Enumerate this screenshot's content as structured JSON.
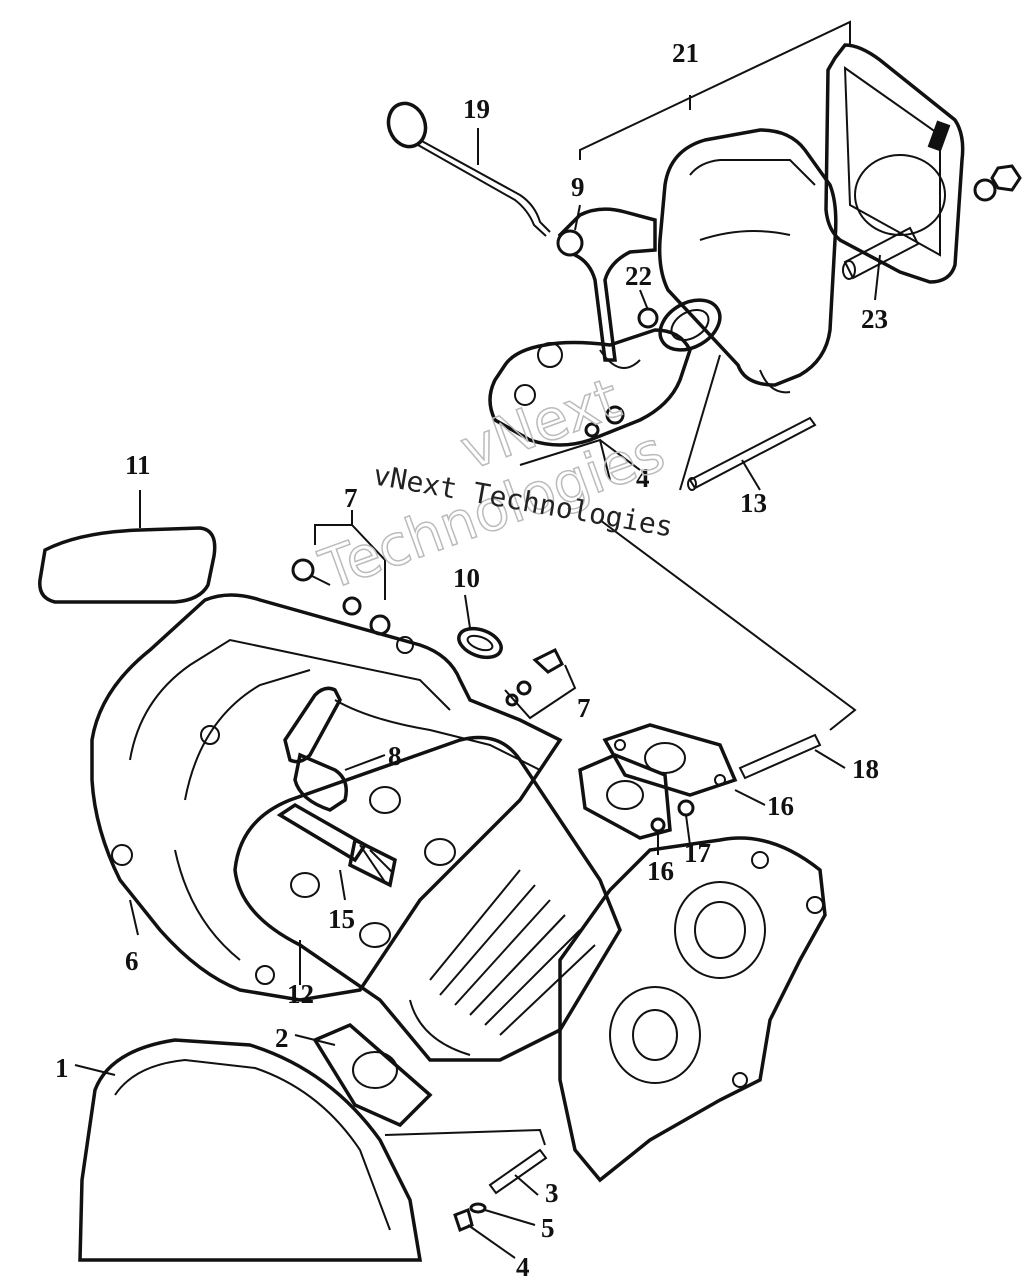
{
  "diagram": {
    "labels": {
      "l1": "1",
      "l2": "2",
      "l3": "3",
      "l4a": "4",
      "l4b": "4",
      "l5": "5",
      "l6": "6",
      "l7a": "7",
      "l7b": "7",
      "l8": "8",
      "l9": "9",
      "l10": "10",
      "l11": "11",
      "l12": "12",
      "l13": "13",
      "l15": "15",
      "l16a": "16",
      "l16b": "16",
      "l17": "17",
      "l18": "18",
      "l19": "19",
      "l21": "21",
      "l22": "22",
      "l23": "23"
    },
    "watermark": {
      "line1": "vNext Technologies",
      "outline1": "vNext",
      "outline2": "Technologies"
    }
  }
}
